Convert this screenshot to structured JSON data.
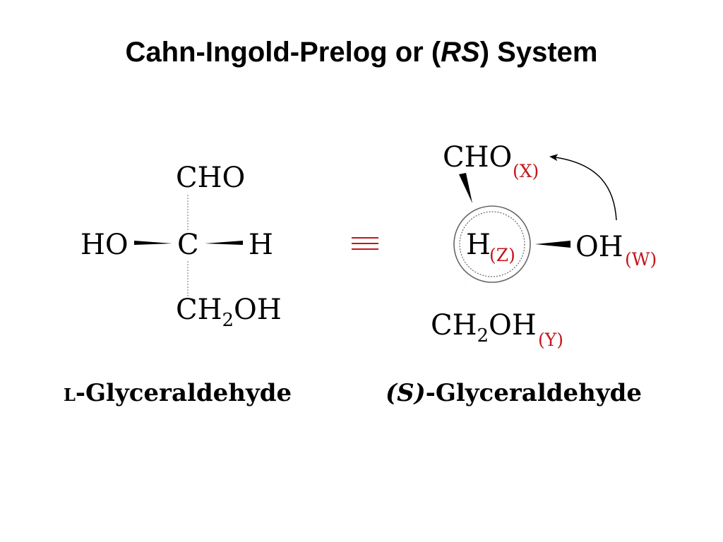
{
  "slide": {
    "title_main": "Cahn-Ingold-Prelog or (",
    "title_italic": "RS",
    "title_end": ") System"
  },
  "fischer": {
    "top": "CHO",
    "left": "HO",
    "center": "C",
    "right": "H",
    "bottom_a": "CH",
    "bottom_sub": "2",
    "bottom_b": "OH",
    "name_prefix": "L",
    "name_rest": "-Glyceraldehyde"
  },
  "equivalence_symbol": "≡",
  "projection": {
    "top": "CHO",
    "top_label": "(X)",
    "center": "H",
    "center_label": "(Z)",
    "right": "OH",
    "right_label": "(W)",
    "bottom_a": "CH",
    "bottom_sub": "2",
    "bottom_b": "OH",
    "bottom_label": "(Y)",
    "name_prefix": "(S)",
    "name_rest": "-Glyceraldehyde"
  },
  "colors": {
    "label": "#c4161c",
    "text": "#000000"
  }
}
